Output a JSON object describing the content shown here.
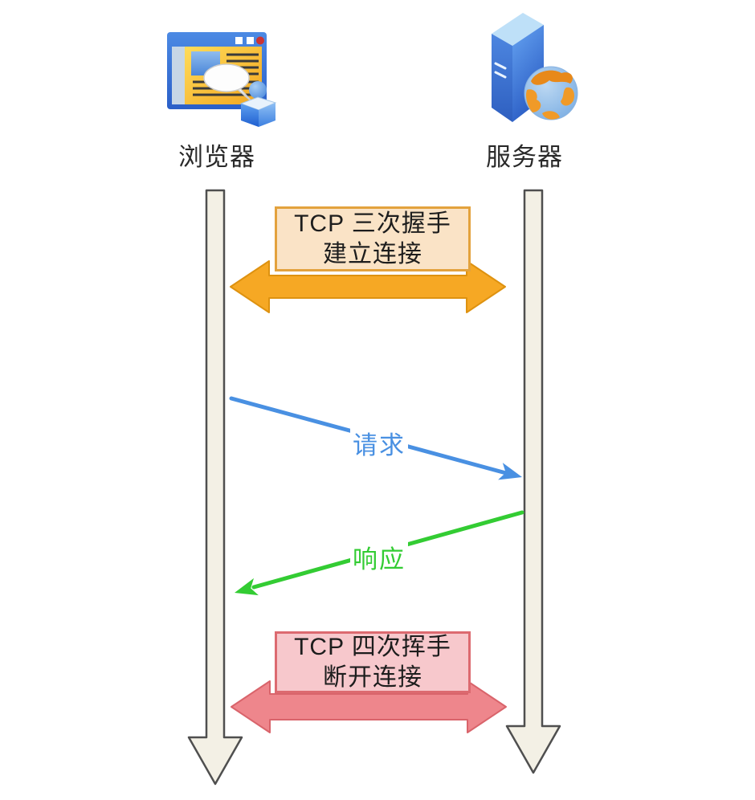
{
  "diagram": {
    "title_hint": "HTTP request lifecycle between browser and server",
    "actors": [
      {
        "id": "browser",
        "label": "浏览器",
        "icon": "browser-window-icon"
      },
      {
        "id": "server",
        "label": "服务器",
        "icon": "server-globe-icon"
      }
    ],
    "handshake_note": {
      "line1": "TCP 三次握手",
      "line2": "建立连接"
    },
    "request_label": "请求",
    "response_label": "响应",
    "teardown_note": {
      "line1": "TCP 四次挥手",
      "line2": "断开连接"
    },
    "colors": {
      "text_color": "#2a2a2a",
      "handshake_box_bg": "#FAE3C6",
      "handshake_box_border": "#E3A23D",
      "handshake_arrow_fill": "#F6A824",
      "handshake_arrow_stroke": "#DE9210",
      "request_color": "#4990E2",
      "response_color": "#33CC33",
      "teardown_box_bg": "#F7C8CC",
      "teardown_box_border": "#DC6A70",
      "teardown_arrow_fill": "#EE868C",
      "teardown_arrow_stroke": "#D9646B",
      "lifeline_fill": "#F3F0E5",
      "lifeline_stroke": "#4F4F4F"
    }
  }
}
